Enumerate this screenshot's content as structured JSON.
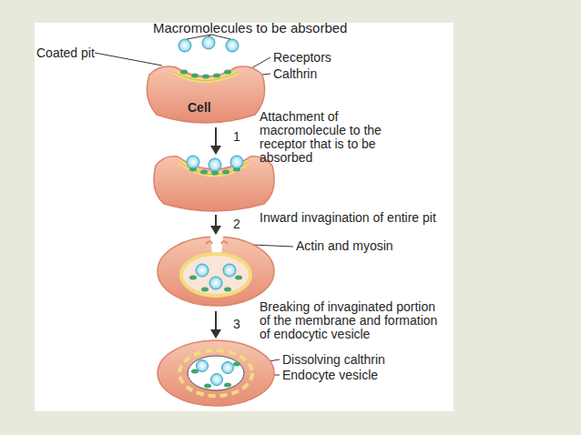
{
  "diagram": {
    "nodes": [
      {
        "text": [
          "Cell"
        ]
      }
    ],
    "labels": [
      "Macromolecules to be absorbed",
      "Coated pit",
      "Receptors",
      "Calthrin",
      "1",
      "Attachment of macromolecule to the receptor that is to be absorbed",
      "2",
      "Inward invagination of entire pit",
      "Actin and myosin",
      "3",
      "Breaking of invaginated portion of the membrane and formation of endocytic vesicle",
      "Dissolving calthrin",
      "Endocyte vesicle"
    ]
  }
}
